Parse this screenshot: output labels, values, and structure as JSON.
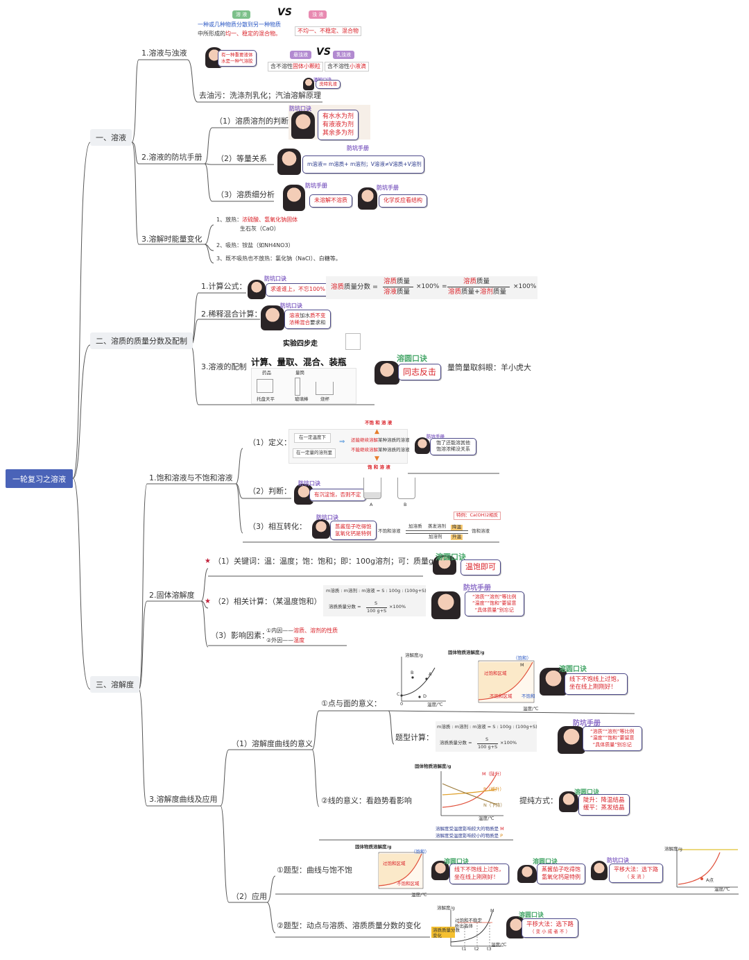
{
  "root": "一轮复习之溶液",
  "sections": {
    "s1": "一、溶液",
    "s2": "二、溶质的质量分数及配制",
    "s3": "三、溶解度"
  },
  "s1": {
    "n1": "1.溶液与浊液",
    "n2": "2.溶液的防坑手册",
    "n3": "3.溶解时能量变化",
    "solution_pill": "溶 液",
    "turbid_pill": "浊 液",
    "suspension_pill": "悬浊液",
    "emulsion_pill": "乳浊液",
    "def_line1": "一种或几种物质分散到另一种物质",
    "def_line2_a": "中所形成的",
    "def_line2_b": "均一、稳定",
    "def_line2_c": "的混合物。",
    "turbid_desc": "不均一、不稳定、混合物",
    "sus_desc": "含不溶性固体小颗粒",
    "emu_desc": "含不溶性小液滴",
    "left_box_l1": "有一种重要液体",
    "left_box_l2": "水是一种气溶胶",
    "emulsify_tag": "酒知口诀",
    "emulsify_box": "洗特乳液",
    "degrease": "去油污：洗涤剂乳化；汽油溶解原理",
    "q1": "（1）溶质溶剂的判断",
    "q1_tag": "防坑口诀",
    "q1_l1": "有水水为剂",
    "q1_l2": "有液液为剂",
    "q1_l3": "其余多为剂",
    "q2": "（2）等量关系",
    "q2_tag": "防坑手册",
    "q2_formula": "m溶液= m溶质+ m溶剂；V溶液≠V溶质+V溶剂",
    "q3": "（3）溶质细分析",
    "q3_tag1": "防坑手册",
    "q3_box1": "未溶解不溶质",
    "q3_tag2": "防坑手册",
    "q3_box2": "化学反应看结构",
    "e1_a": "1、放热：",
    "e1_b": "浓硫酸、氢氧化钠固体",
    "e1_c": "生石灰（CaO）",
    "e2_a": "2、吸热：",
    "e2_b": "铵盐（如NH4NO3）",
    "e3": "3、既不吸热也不放热：氯化钠（NaCl）、白糖等。"
  },
  "s2": {
    "n1": "1.计算公式：",
    "n1_tag": "防坑口诀",
    "n1_box": "求谁谁上，不忘100%",
    "formula_a": "溶质质量分数 =",
    "formula_num": "溶质质量",
    "formula_den": "溶液质量",
    "formula_mult": "×100%",
    "formula_eq": "=",
    "formula_num2": "溶质质量",
    "formula_den2": "溶质质量+溶剂质量",
    "formula_mult2": "×100%",
    "n2": "2.稀释混合计算：",
    "n2_tag": "防坑口诀",
    "n2_l1": "溶液加水质不变",
    "n2_l2": "浓稀混合要求和",
    "n3": "3.溶液的配制",
    "step_title": "实验四步走",
    "steps": "计算、量取、混合、装瓶",
    "lab_labels": [
      "药品",
      "量筒",
      "托盘天平",
      "玻璃棒",
      "烧杯"
    ],
    "n3_tag": "溶圆口诀",
    "n3_box": "同志反击",
    "n3_note": "量筒量取斜眼：羊小虎大"
  },
  "s3": {
    "n1": "1.饱和溶液与不饱和溶液",
    "d1": "（1）定义：",
    "def_box1": "在一定温度下",
    "def_box2": "在一定量的溶剂里",
    "unsat_label": "不饱 和 溶 液",
    "cond1": "还能继续溶解某种溶质的溶液",
    "cond2": "不能继续溶解某种溶质的溶液",
    "sat_label": "饱 和 溶 液",
    "d1_tag": "防坑手册",
    "d1_l1": "饱了还能溶其他",
    "d1_l2": "饱溶浓稀没关系",
    "d2": "（2）判断：",
    "d2_tag": "防坑口诀",
    "d2_box": "有沉淀饱，否则不定",
    "beakerA": "A",
    "beakerB": "B",
    "d3": "（3）相互转化：",
    "d3_tag": "防坑口诀",
    "d3_l1": "蒸酱茄子吃得饱",
    "d3_l2": "氢氧化钙是特例",
    "conv_special": "特例：Ca(OH)2相反",
    "conv_unsat": "不饱和溶液",
    "conv_sat": "饱和溶液",
    "conv_top1": "加溶质",
    "conv_top2": "蒸发溶剂",
    "conv_bottom": "加溶剂",
    "conv_cool": "降温",
    "conv_heat": "升温",
    "n2": "2.固体溶解度",
    "k1": "（1）关键词：温：温度；饱：饱和；即：100g溶剂；可：质量g",
    "k1_tag": "溶圆口诀",
    "k1_box": "温饱即可",
    "k2": "（2）相关计算：（某温度饱和）",
    "k2_f1": "m溶质 : m溶剂 : m溶液 = S : 100g : (100g+S)",
    "k2_f2_a": "溶质质量分数 =",
    "k2_f2_num": "S",
    "k2_f2_den": "100 g+S",
    "k2_f2_b": "×100%",
    "k2_tag": "防坑手册",
    "k2_l1": "“溶质”“溶剂”等比例",
    "k2_l2": "“温度”“饱和”要留意",
    "k2_l3": "“具体质量”别忘记",
    "k3": "（3）影响因素：",
    "k3_in_a": "①内因——",
    "k3_in_b": "溶质、溶剂的性质",
    "k3_out_a": "②外因——",
    "k3_out_b": "温度",
    "n3": "3.溶解度曲线及应用",
    "c1": "（1）溶解度曲线的意义",
    "c1_point": "①点与面的意义：",
    "c1_calc": "题型计算：",
    "c1_line": "②线的意义：看趋势看影响",
    "c1_purify": "提纯方式：",
    "c1_purify_tag": "溶圆口诀",
    "c1_purify_l1": "陡升：降温结晶",
    "c1_purify_l2": "缓平：蒸发结晶",
    "c1_calc_tag": "防坑手册",
    "c2": "（2）应用",
    "a1": "①题型：曲线与饱不饱",
    "a2": "②题型：动点与溶质、溶质质量分数的变化",
    "area_tag": "溶圆口诀",
    "area_l1": "线下不饱线上过饱，",
    "area_l2": "坐在线上刚刚好！",
    "a1_tag1": "溶圆口诀",
    "a1_tag2": "溶圆口诀",
    "a1_box2_l1": "蒸酱茄子吃得饱",
    "a1_box2_l2": "氢氧化钙是特例",
    "a1_tag3": "防坑口诀",
    "a1_box3_l1": "平移大法：选下路",
    "a1_box3_l2": "（ 支 流 ）",
    "a2_tag": "溶圆口诀",
    "a2_l1": "平移大法：选下路",
    "a2_l2": "（ 变 小 成 者 不 ）",
    "chart_labels": {
      "sol_axis": "溶解度/g",
      "temp_axis": "温度/℃",
      "solid_axis": "固体物质溶解度/g",
      "sat": "（饱和）",
      "over": "过饱和区域",
      "unsat": "不饱和区域",
      "unsat2": "不饱和",
      "M": "M",
      "M_up": "M（陡升）",
      "P_up": "P（缓升）",
      "N_down": "N（下降）",
      "A": "A",
      "B": "B",
      "C": "C",
      "D": "D",
      "t1": "t1",
      "t2": "t2",
      "t3": "t3",
      "zero": "0",
      "line_note1": "溶解度受温度影响较大的物质是",
      "line_note2": "溶解度受温度影响较小的物质是",
      "note_M": "M",
      "note_P": "P",
      "Adot": "A点",
      "dyn_note": "过饱和不稳定\n析出晶体",
      "dyn_box": "溶质质量分数\n变化"
    }
  },
  "colors": {
    "accent": "#4a63b8",
    "red": "#d91f26",
    "green_pill": "#7cc08a",
    "pink_pill": "#e88ab1",
    "purple_pill": "#b28ad0",
    "box_border": "#4d4a8a",
    "line": "#555555"
  }
}
